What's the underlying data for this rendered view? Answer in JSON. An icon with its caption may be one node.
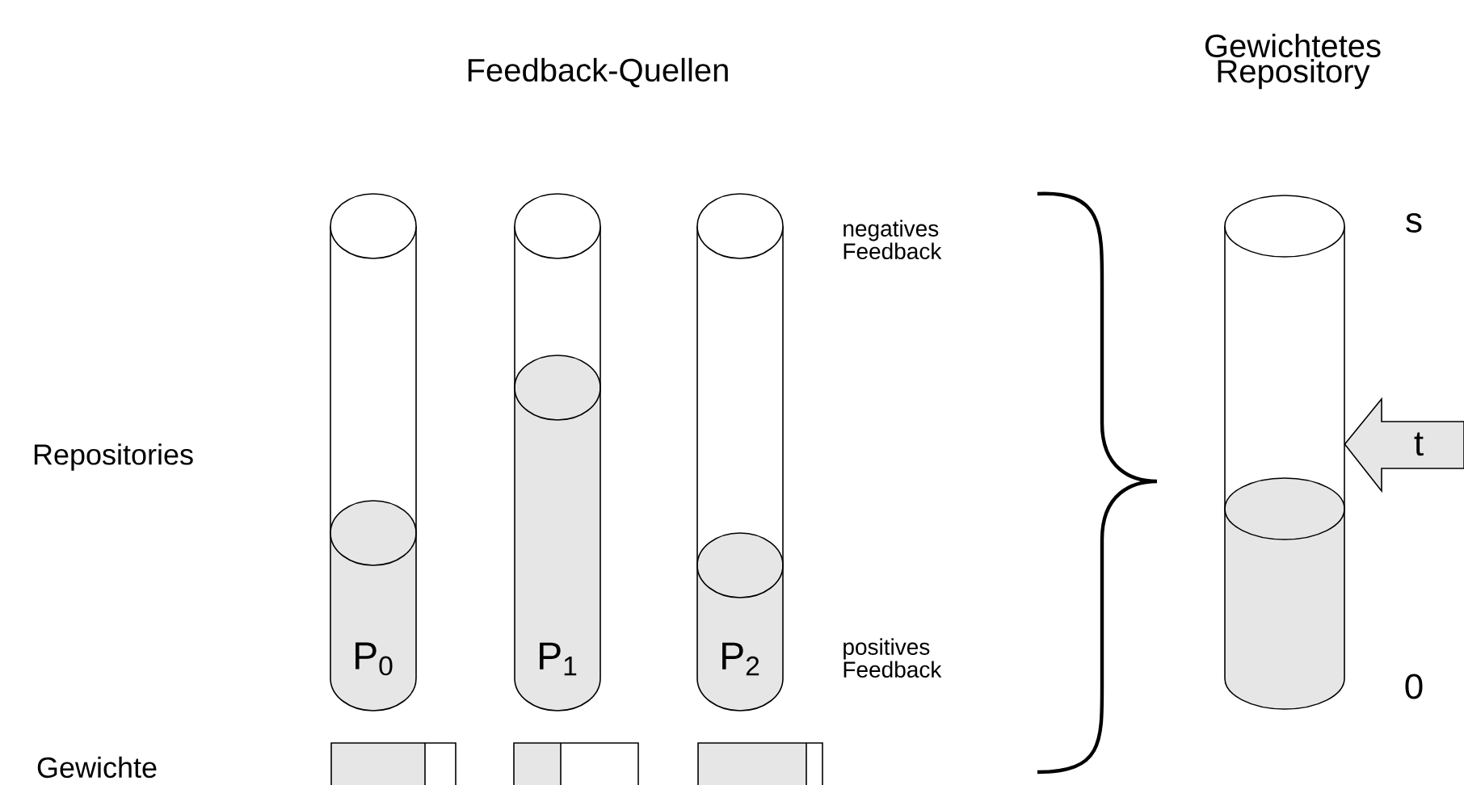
{
  "diagram": {
    "nodes": [
      {
        "text": [
          "P$_{0}$"
        ]
      },
      {
        "text": [
          "P$_{1}$"
        ]
      },
      {
        "text": [
          "P$_{2}$"
        ]
      },
      {
        "text": [],
        "shape": "cylinder"
      },
      {
        "text": [],
        "shape": "bar"
      },
      {
        "text": [],
        "shape": "bar"
      },
      {
        "text": [],
        "shape": "bar"
      }
    ],
    "edges": [
      {
        "from": null,
        "to": 3,
        "arrow": "to",
        "label": "t"
      }
    ],
    "labels": [
      "Feedback-Quellen",
      "Gewichtetes Repository",
      "negatives Feedback",
      "s",
      "Repositories",
      "positives Feedback",
      "0",
      "Gewichte"
    ]
  }
}
